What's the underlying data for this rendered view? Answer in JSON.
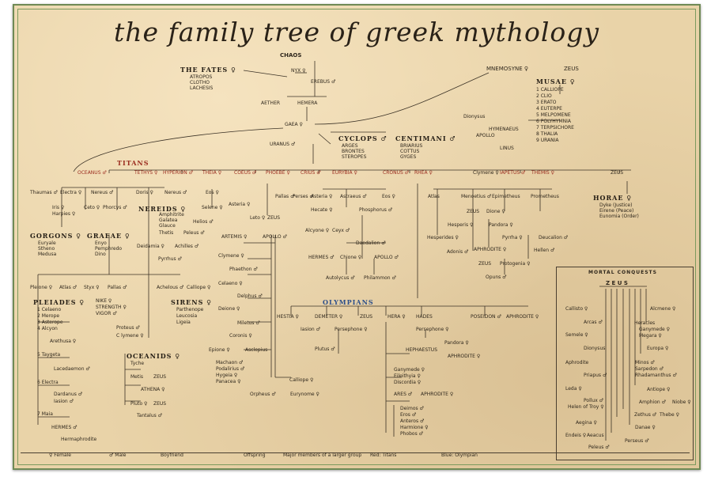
{
  "title": "the family tree of greek mythology",
  "primordial": {
    "chaos": "CHAOS",
    "nyx": "NYX ♀",
    "erebus": "EREBUS ♂",
    "aether": "AETHER",
    "hemera": "HEMERA",
    "gaea": "GAEA ♀",
    "uranus": "URANUS ♂"
  },
  "fates": {
    "title": "THE FATES ♀",
    "members": [
      "ATROPOS",
      "CLOTHO",
      "LACHESIS"
    ]
  },
  "cyclops": {
    "title": "CYCLOPS ♂",
    "members": [
      "ARGES",
      "BRONTES",
      "STEROPES"
    ]
  },
  "centimani": {
    "title": "CENTIMANI ♂",
    "members": [
      "BRIARIUS",
      "COTTUS",
      "GYGES"
    ]
  },
  "mnemosyne": "MNEMOSYNE ♀",
  "zeus_top": "ZEUS",
  "musae": {
    "title": "MUSAE ♀",
    "members": [
      "1 CALLIOPE",
      "2 CLIO",
      "3 ERATO",
      "4 EUTERPE",
      "5 MELPOMENE",
      "6 POLYHYMNIA",
      "7 TERPSICHORE",
      "8 THALIA",
      "9 URANIA"
    ]
  },
  "dionysus_group": [
    "Dionysus",
    "HYMENAEUS",
    "APOLLO",
    "LINUS"
  ],
  "titans_label": "TITANS",
  "titans": [
    "OCEANUS ♂",
    "TETHYS ♀",
    "HYPERION ♂",
    "THEIA ♀",
    "COEUS ♂",
    "PHOEBE ♀",
    "CRIUS ♂",
    "EURYBIA ♀",
    "CRONUS ♂",
    "RHEA ♀",
    "Clymene ♀",
    "IAPETUS ♂",
    "THEMIS ♀",
    "ZEUS"
  ],
  "sea": [
    "Thaumas ♂",
    "Electra ♀",
    "Nereus ♂",
    "Iris ♀",
    "Harpies ♀",
    "Ceto ♀",
    "Phorcys ♂",
    "Doris ♀",
    "Nereus ♂",
    "Eos ♀",
    "Selene ♀",
    "Helios ♂"
  ],
  "nereids": {
    "title": "NEREIDS ♀",
    "members": [
      "Amphitrite",
      "Galatea",
      "Glauce",
      "Thetis",
      "Peleus ♂",
      "Deidamia ♀",
      "Achilles ♂",
      "Pyrrhus ♂"
    ]
  },
  "gorgons": {
    "title": "GORGONS ♀",
    "members": [
      "Euryale",
      "Stheno",
      "Medusa"
    ]
  },
  "graeae": {
    "title": "GRAEAE ♀",
    "members": [
      "Enyo",
      "Pemphredo",
      "Dino"
    ]
  },
  "pleiades": {
    "title": "PLEIADES ♀",
    "members": [
      "1 Celaeno",
      "2 Merope",
      "3 Asterope",
      "4 Alcyon",
      "Arethusa ♀",
      "5 Taygeta",
      "Lacedaemon ♂",
      "6 Electra",
      "Dardanus ♂",
      "Iasion ♂",
      "7 Maia",
      "HERMES ♂",
      "Hermaphrodite"
    ]
  },
  "pleione": [
    "Pleione ♀",
    "Atlas ♂",
    "Styx ♀",
    "Pallas ♂",
    "NIKE ♀",
    "STRENGTH ♀",
    "VIGOR ♂"
  ],
  "sirens": {
    "title": "SIRENS ♀",
    "members": [
      "Parthenope",
      "Leucosia",
      "Ligeia",
      "Achelous ♂",
      "Calliope ♀"
    ]
  },
  "oceanids": {
    "title": "OCEANIDS ♀",
    "members": [
      "Tyche",
      "Metis",
      "ZEUS",
      "ATHENA ♀",
      "Pluto ♀",
      "ZEUS",
      "Tantalus ♂",
      "Proteus ♂",
      "C lymene ♀"
    ]
  },
  "mid": [
    "Asteria ♀",
    "Pallas ♂",
    "Perses ♂",
    "Asteria ♀",
    "Astraeus ♂",
    "Eos ♀",
    "Hecate ♀",
    "Phosphorus ♂",
    "Leto ♀",
    "ZEUS",
    "ARTEMIS ♀",
    "APOLLO ♂",
    "Alcyone ♀",
    "Ceyx ♂",
    "Daedalion ♂",
    "HERMES ♂",
    "Chione ♀",
    "APOLLO ♂",
    "Autolycus ♂",
    "Philammon ♂"
  ],
  "apollo_line": [
    "Clymene ♀",
    "Phaethon ♂",
    "Celaeno ♀",
    "Delphus ♂",
    "Deione ♀",
    "Miletus ♂",
    "Coronis ♀",
    "Epione ♀",
    "Asclepius",
    "Machaon ♂",
    "Podalirius ♂",
    "Hygeia ♀",
    "Panacea ♀",
    "Calliope ♀",
    "Orpheus ♂",
    "Eurynome ♀"
  ],
  "right_titans": [
    "Atlas",
    "Menoetius ♂",
    "Epimetheus",
    "Prometheus",
    "Hesperis ♀",
    "Hesperides ♀",
    "ZEUS",
    "Dione ♀",
    "Pandora ♀",
    "Adonis ♂",
    "APHRODITE ♀",
    "Pyrrha ♀",
    "Deucalion ♂",
    "Hellen ♂",
    "ZEUS",
    "Protogenia ♀",
    "Opuns ♂"
  ],
  "horae": {
    "title": "HORAE ♀",
    "members": [
      "Dyke (Justice)",
      "Eirene (Peace)",
      "Eunomia (Order)"
    ]
  },
  "olympians_label": "OLYMPIANS",
  "olympians": [
    "HESTIA ♀",
    "DEMETER ♀",
    "ZEUS",
    "HERA ♀",
    "HADES",
    "POSEIDON ♂",
    "APHRODITE ♀",
    "Iasion ♂",
    "Persephone ♀",
    "Persephone ♀",
    "Plutus ♂",
    "Pandora ♀",
    "HEPHAESTUS",
    "APHRODITE ♀",
    "Ganymede ♀",
    "Eileithyia ♀",
    "Discordia ♀",
    "ARES ♂",
    "APHRODITE ♀",
    "Deimos ♂",
    "Eros ♂",
    "Anteros ♂",
    "Harmione ♀",
    "Phobos ♂"
  ],
  "mortal": {
    "title": "MORTAL CONQUESTS",
    "zeus": "Z E U S",
    "left": [
      "Callisto ♀",
      "Arcas ♂",
      "Semele ♀",
      "Dionysus",
      "Aphrodite",
      "Priapus ♂",
      "Leda ♀",
      "Pollux ♂",
      "Helen of Troy ♀",
      "Aegina ♀",
      "Endeis ♀",
      "Aeacus",
      "Peleus ♂"
    ],
    "right": [
      "Alcmene ♀",
      "Heracles",
      "Ganymede ♀",
      "Megara ♀",
      "Europa ♀",
      "Minos ♂",
      "Sarpedon ♂",
      "Rhadamanthus ♂",
      "Antiope ♀",
      "Amphion ♂",
      "Niobe ♀",
      "Zethus ♂",
      "Thebe ♀",
      "Danae ♀",
      "Perseus ♂"
    ]
  },
  "legend": [
    "♀ Female",
    "♂ Male",
    "Boyfriend",
    "Offspring",
    "Major members of a larger group",
    "Red: Titans",
    "Blue: Olympian"
  ]
}
